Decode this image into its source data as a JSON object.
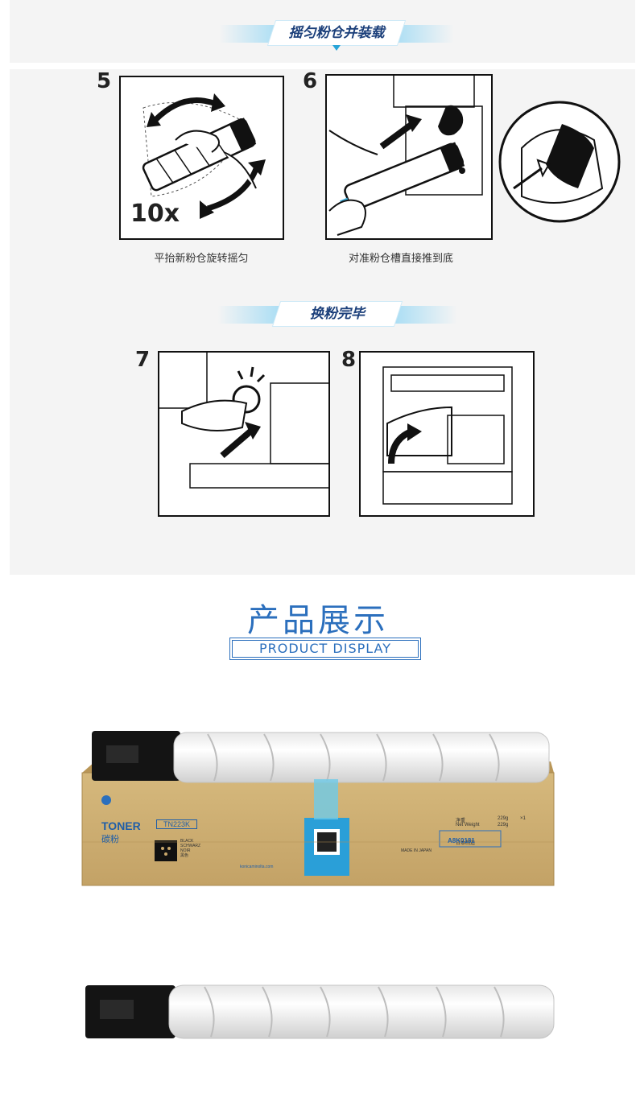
{
  "section_heading_1": "摇匀粉仓并装载",
  "section_heading_2": "换粉完毕",
  "steps": [
    {
      "number": "5",
      "caption": "平抬新粉仓旋转摇匀",
      "overlay": "10x"
    },
    {
      "number": "6",
      "caption": "对准粉仓槽直接推到底"
    },
    {
      "number": "7"
    },
    {
      "number": "8"
    }
  ],
  "display": {
    "title_cn": "产品展示",
    "title_en": "PRODUCT DISPLAY"
  },
  "product_box": {
    "brand": "TONER",
    "brand_cn": "碳粉",
    "model": "TN223K",
    "color_lines": [
      "BLACK",
      "SCHWARZ",
      "NOIR",
      "黑色"
    ],
    "net_label_cn": "净重",
    "net_weight_label": "Net Weight",
    "net_weight": "229g",
    "qty": "×1",
    "made_in_cn": "日本制造",
    "made_in": "MADE IN JAPAN",
    "part_number": "A8K0181",
    "website": "konicaminolta.com"
  },
  "colors": {
    "accent_blue": "#2b6fbd",
    "ribbon_light": "#a5dcf4",
    "ribbon_text": "#1b3f7a",
    "box_kraft": "#c9a86c"
  }
}
